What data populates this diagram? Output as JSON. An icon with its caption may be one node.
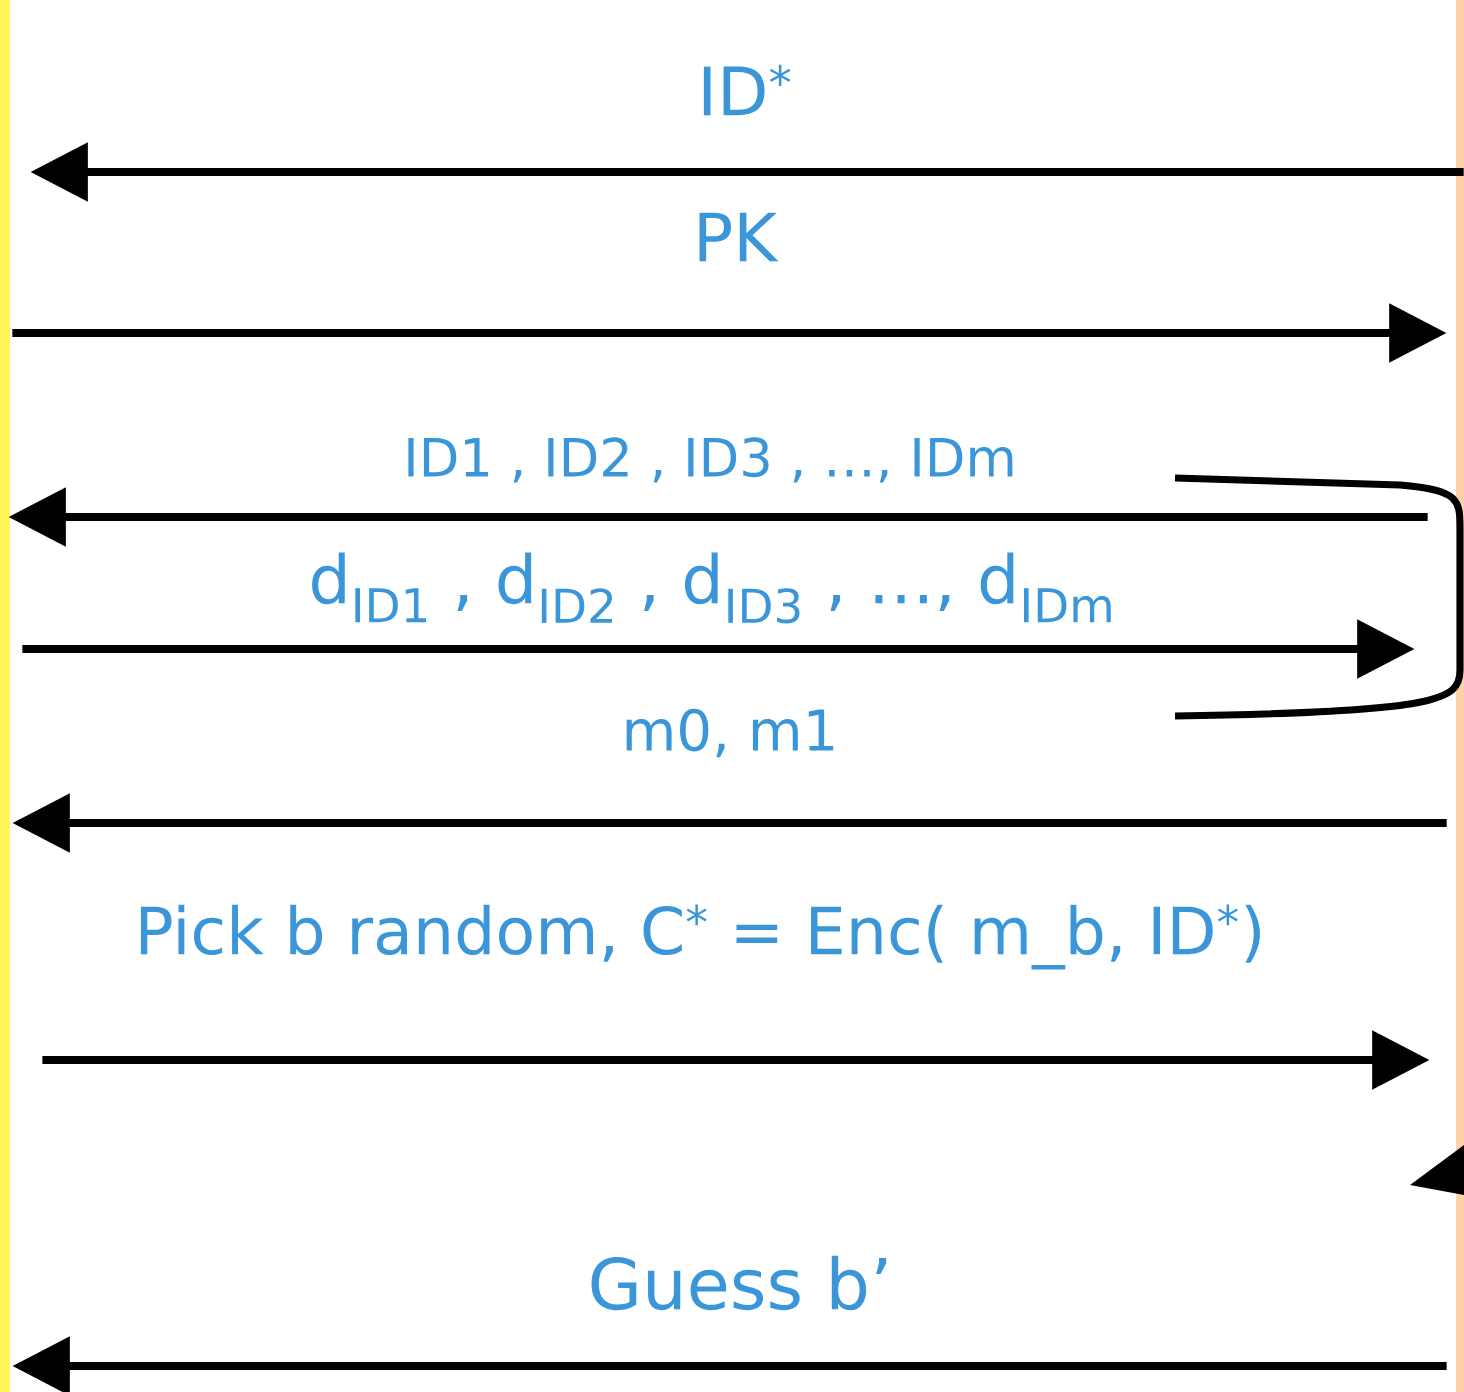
{
  "diagram": {
    "nodes": [
      {
        "text": [],
        "shape": "bar"
      },
      {
        "text": [],
        "shape": "bar"
      }
    ],
    "edges": [
      {
        "from": 1,
        "to": 0,
        "arrow": "to",
        "label": "ID$^{*}$"
      },
      {
        "from": 0,
        "to": 1,
        "arrow": "to",
        "label": "PK"
      },
      {
        "from": 1,
        "to": 0,
        "arrow": "to",
        "label": "ID1 , ID2 , ID3 , …, IDm"
      },
      {
        "from": 0,
        "to": 1,
        "arrow": "to",
        "label": "d$_{ID1}$ , d$_{ID2}$ , d$_{ID3}$ , …, d$_{IDm}$"
      },
      {
        "from": 1,
        "to": 0,
        "arrow": "to",
        "label": "m0, m1"
      },
      {
        "from": 0,
        "to": 1,
        "arrow": "to",
        "label": "Pick b random, C$^{*}$ = Enc( m_b, ID$^{*}$)"
      },
      {
        "from": 1,
        "to": 0,
        "arrow": "to",
        "label": "Guess b’"
      }
    ]
  }
}
